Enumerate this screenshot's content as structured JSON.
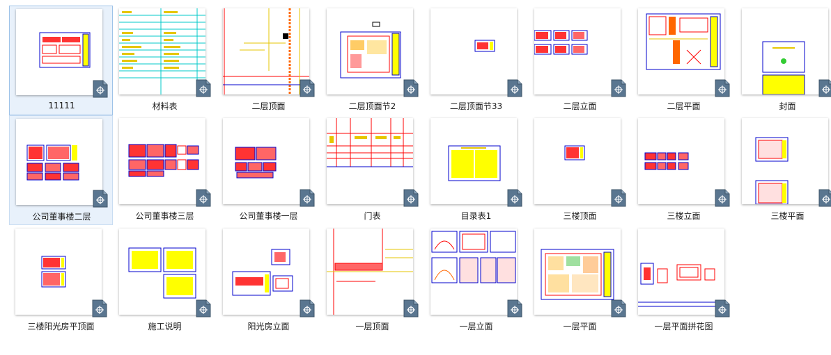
{
  "files": [
    {
      "name": "11111",
      "selected": true
    },
    {
      "name": "材料表"
    },
    {
      "name": "二层顶面"
    },
    {
      "name": "二层顶面节2"
    },
    {
      "name": "二层顶面节33"
    },
    {
      "name": "二层立面"
    },
    {
      "name": "二层平面"
    },
    {
      "name": "封面"
    },
    {
      "name": "公司董事楼二层",
      "selected": true
    },
    {
      "name": "公司董事楼三层"
    },
    {
      "name": "公司董事楼一层"
    },
    {
      "name": "门表"
    },
    {
      "name": "目录表1"
    },
    {
      "name": "三楼顶面"
    },
    {
      "name": "三楼立面"
    },
    {
      "name": "三楼平面"
    },
    {
      "name": "三楼阳光房平顶面"
    },
    {
      "name": "施工说明"
    },
    {
      "name": "阳光房立面"
    },
    {
      "name": "一层顶面"
    },
    {
      "name": "一层立面"
    },
    {
      "name": "一层平面"
    },
    {
      "name": "一层平面拼花图"
    }
  ],
  "file_icon": "dwg-file-icon",
  "colors": {
    "selection_bg": "#e8f1fb",
    "selection_border": "#9ec3e8",
    "cad_red": "#ff0000",
    "cad_yellow": "#ffff00",
    "cad_blue": "#0000cc",
    "cad_cyan": "#00c8c8"
  }
}
